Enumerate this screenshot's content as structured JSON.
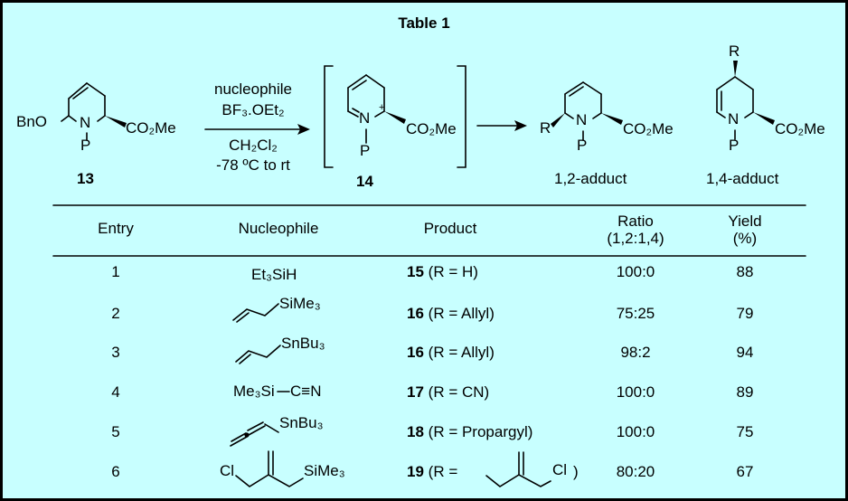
{
  "title": "Table 1",
  "scheme": {
    "start_label": "13",
    "intermediate_label": "14",
    "conditions": {
      "line1": "nucleophile",
      "line2": "BF₃.OEt₂",
      "line3": "CH₂Cl₂",
      "line4": "-78 ºC to rt"
    },
    "atoms": {
      "bno": "BnO",
      "n": "N",
      "p": "P",
      "co2me": "CO₂Me",
      "plus": "+",
      "r": "R"
    },
    "product_1_2_label": "1,2-adduct",
    "product_1_4_label": "1,4-adduct"
  },
  "table": {
    "headers": {
      "entry": "Entry",
      "nucleophile": "Nucleophile",
      "product": "Product",
      "ratio_line1": "Ratio",
      "ratio_line2": "(1,2:1,4)",
      "yield_line1": "Yield",
      "yield_line2": "(%)"
    },
    "rows": [
      {
        "entry": "1",
        "nucleophile": "Et₃SiH",
        "product_num": "15",
        "product_desc": "(R = H)",
        "ratio": "100:0",
        "yield": "88"
      },
      {
        "entry": "2",
        "nucleophile": "SiMe₃",
        "product_num": "16",
        "product_desc": "(R = Allyl)",
        "ratio": "75:25",
        "yield": "79"
      },
      {
        "entry": "3",
        "nucleophile": "SnBu₃",
        "product_num": "16",
        "product_desc": "(R = Allyl)",
        "ratio": "98:2",
        "yield": "94"
      },
      {
        "entry": "4",
        "nucleophile_left": "Me₃Si",
        "nucleophile_right": "C≡N",
        "product_num": "17",
        "product_desc": "(R = CN)",
        "ratio": "100:0",
        "yield": "89"
      },
      {
        "entry": "5",
        "nucleophile": "SnBu₃",
        "product_num": "18",
        "product_desc": "(R = Propargyl)",
        "ratio": "100:0",
        "yield": "75"
      },
      {
        "entry": "6",
        "nucleophile_left": "Cl",
        "nucleophile_right": "SiMe₃",
        "product_num": "19",
        "product_desc_open": "(R =",
        "product_desc_cl": "Cl",
        "product_desc_close": ")",
        "ratio": "80:20",
        "yield": "67"
      }
    ]
  }
}
